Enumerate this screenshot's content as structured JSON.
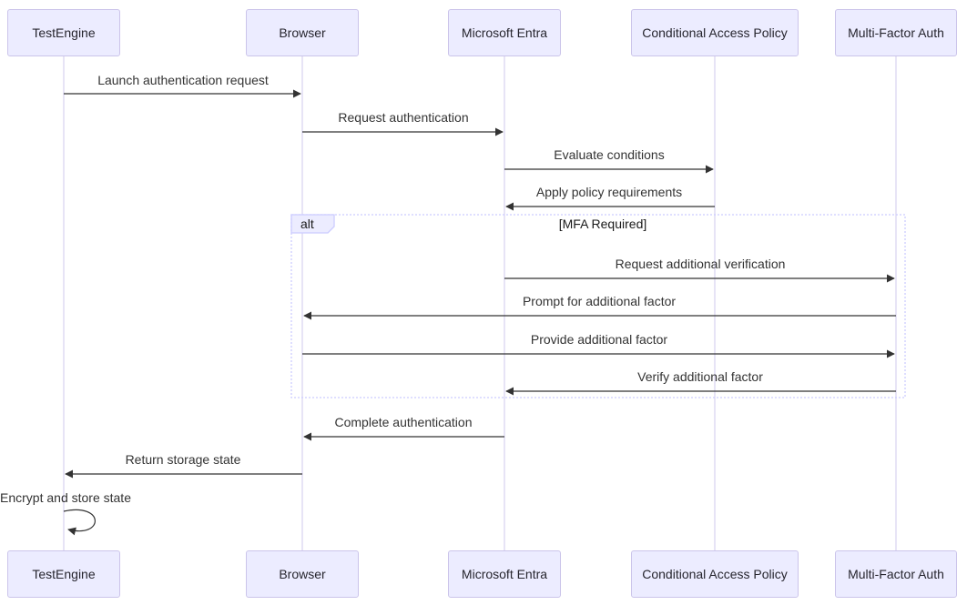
{
  "diagram": {
    "type": "sequence-diagram",
    "actors": [
      "TestEngine",
      "Browser",
      "Microsoft Entra",
      "Conditional Access Policy",
      "Multi-Factor Auth"
    ],
    "messages": [
      {
        "text": "Launch authentication request",
        "from": "TestEngine",
        "to": "Browser",
        "kind": "solid-arrow"
      },
      {
        "text": "Request authentication",
        "from": "Browser",
        "to": "Microsoft Entra",
        "kind": "solid-arrow"
      },
      {
        "text": "Evaluate conditions",
        "from": "Microsoft Entra",
        "to": "Conditional Access Policy",
        "kind": "solid-arrow"
      },
      {
        "text": "Apply policy requirements",
        "from": "Conditional Access Policy",
        "to": "Microsoft Entra",
        "kind": "solid-arrow"
      },
      {
        "text": "Request additional verification",
        "from": "Microsoft Entra",
        "to": "Multi-Factor Auth",
        "kind": "solid-arrow",
        "in_fragment": true
      },
      {
        "text": "Prompt for additional factor",
        "from": "Multi-Factor Auth",
        "to": "Browser",
        "kind": "solid-arrow",
        "in_fragment": true
      },
      {
        "text": "Provide additional factor",
        "from": "Browser",
        "to": "Multi-Factor Auth",
        "kind": "solid-arrow",
        "in_fragment": true
      },
      {
        "text": "Verify additional factor",
        "from": "Multi-Factor Auth",
        "to": "Microsoft Entra",
        "kind": "solid-arrow",
        "in_fragment": true
      },
      {
        "text": "Complete authentication",
        "from": "Microsoft Entra",
        "to": "Browser",
        "kind": "solid-arrow"
      },
      {
        "text": "Return storage state",
        "from": "Browser",
        "to": "TestEngine",
        "kind": "solid-arrow"
      },
      {
        "text": "Encrypt and store state",
        "from": "TestEngine",
        "to": "TestEngine",
        "kind": "self-loop"
      }
    ],
    "fragment": {
      "operator": "alt",
      "condition": "[MFA Required]"
    },
    "colors": {
      "background": "#FFFFFF",
      "actor_fill": "#ECECFF",
      "actor_border": "#CBC4EA",
      "lifeline": "#CFC8EC",
      "signal_line": "#333333",
      "message_text": "#333333",
      "fragment_border": "#CCCCFF",
      "fragment_label_fill": "#ECECFF"
    }
  }
}
